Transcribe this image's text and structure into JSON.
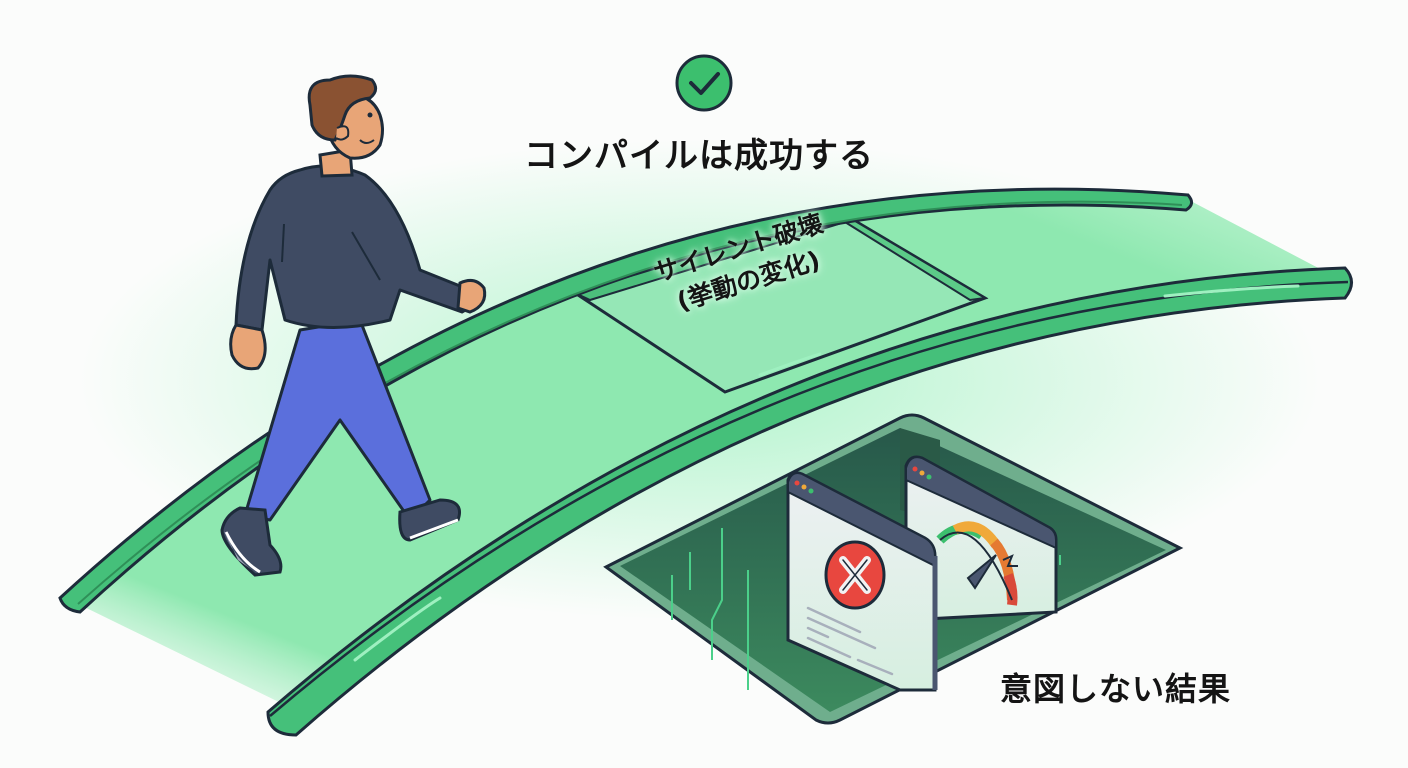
{
  "labels": {
    "success": "コンパイルは成功する",
    "silent_line1": "サイレント破壊",
    "silent_line2": "(挙動の変化)",
    "result": "意図しない結果"
  },
  "icons": {
    "success": "check-circle-icon",
    "error": "x-circle-icon",
    "gauge": "speedometer-icon"
  },
  "colors": {
    "bridge_fill": "#8ee8b0",
    "rail": "#3dbb70",
    "outline": "#1d2b3a",
    "check_green": "#3cbf6e",
    "error_red": "#e8473f",
    "shirt": "#3f4b63",
    "pants": "#5b6fdc",
    "skin": "#e8a577",
    "hair": "#8a5232",
    "pit": "#2f6b4d"
  }
}
